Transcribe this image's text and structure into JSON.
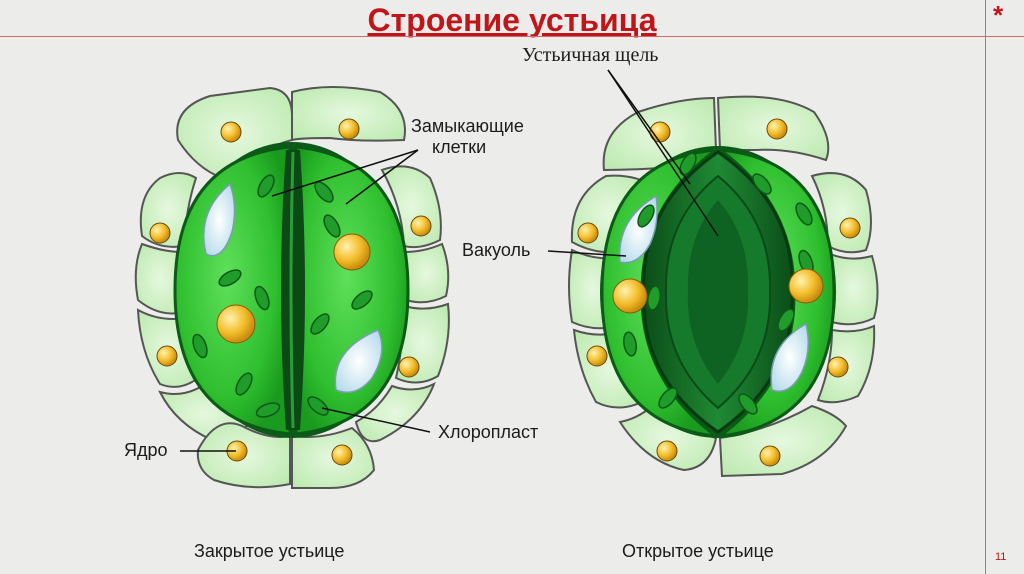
{
  "title": "Строение устьица",
  "corner_mark": "*",
  "page_number": "11",
  "labels": {
    "slit": "Устьичная щель",
    "guard_cells_line1": "Замыкающие",
    "guard_cells_line2": "клетки",
    "vacuole": "Вакуоль",
    "chloroplast": "Хлоропласт",
    "nucleus": "Ядро"
  },
  "captions": {
    "closed": "Закрытое устьице",
    "open": "Открытое устьице"
  },
  "colors": {
    "title": "#c0161a",
    "guard_cell": "#33c433",
    "epidermal_cell": "#c9f0c0",
    "slit": "#0f6a22",
    "nucleus": "#f0b828"
  }
}
